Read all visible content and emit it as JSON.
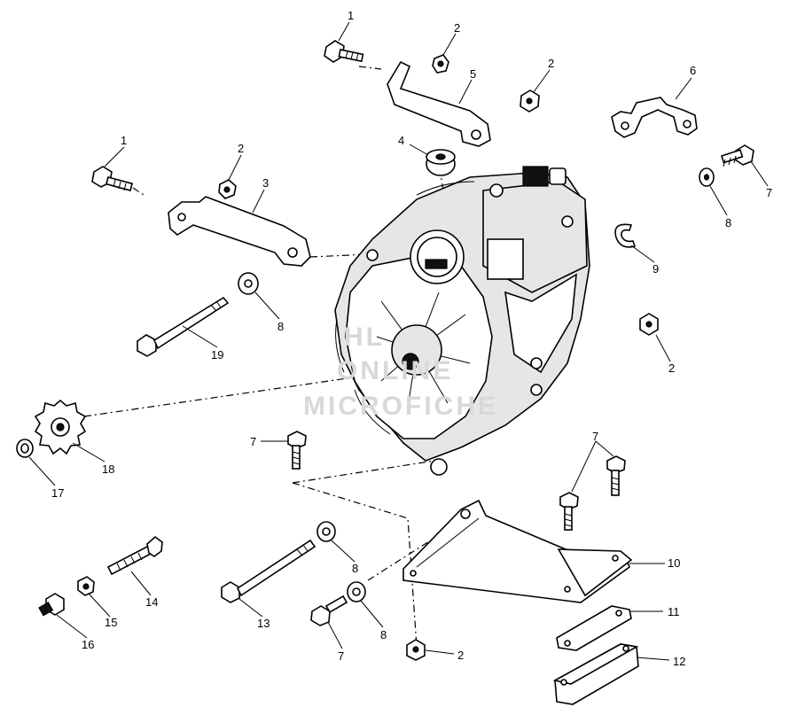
{
  "callouts": [
    {
      "id": "c1a",
      "text": "1"
    },
    {
      "id": "c2a",
      "text": "2"
    },
    {
      "id": "c5",
      "text": "5"
    },
    {
      "id": "c2b",
      "text": "2"
    },
    {
      "id": "c6",
      "text": "6"
    },
    {
      "id": "c4",
      "text": "4"
    },
    {
      "id": "c1b",
      "text": "1"
    },
    {
      "id": "c2c",
      "text": "2"
    },
    {
      "id": "c3",
      "text": "3"
    },
    {
      "id": "c7a",
      "text": "7"
    },
    {
      "id": "c8a",
      "text": "8"
    },
    {
      "id": "c9",
      "text": "9"
    },
    {
      "id": "c8b",
      "text": "8"
    },
    {
      "id": "c19",
      "text": "19"
    },
    {
      "id": "c2d",
      "text": "2"
    },
    {
      "id": "c18",
      "text": "18"
    },
    {
      "id": "c17",
      "text": "17"
    },
    {
      "id": "c7b",
      "text": "7"
    },
    {
      "id": "c7c",
      "text": "7"
    },
    {
      "id": "c10",
      "text": "10"
    },
    {
      "id": "c8c",
      "text": "8"
    },
    {
      "id": "c8d",
      "text": "8"
    },
    {
      "id": "c14",
      "text": "14"
    },
    {
      "id": "c15",
      "text": "15"
    },
    {
      "id": "c16",
      "text": "16"
    },
    {
      "id": "c13",
      "text": "13"
    },
    {
      "id": "c7d",
      "text": "7"
    },
    {
      "id": "c2e",
      "text": "2"
    },
    {
      "id": "c11",
      "text": "11"
    },
    {
      "id": "c12",
      "text": "12"
    }
  ],
  "watermark": {
    "line1": "HL",
    "line2": "ONLINE",
    "line3": "MICROFICHE"
  }
}
